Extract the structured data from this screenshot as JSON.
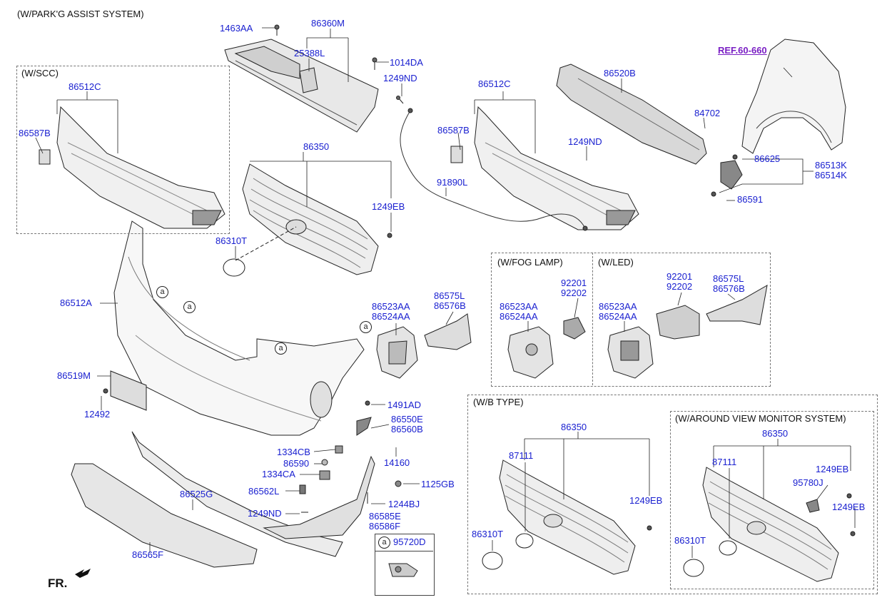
{
  "headers": {
    "park_assist": "(W/PARK'G ASSIST SYSTEM)",
    "scc": "(W/SCC)",
    "fog": "(W/FOG LAMP)",
    "led": "(W/LED)",
    "btype": "(W/B TYPE)",
    "avm": "(W/AROUND VIEW MONITOR SYSTEM)"
  },
  "ref_link": "REF.60-660",
  "fr_label": "FR.",
  "circle_marker": "a",
  "parts": {
    "p1463AA": "1463AA",
    "p86360M": "86360M",
    "p25388L": "25388L",
    "p1014DA": "1014DA",
    "p1249ND_a": "1249ND",
    "p86512C_a": "86512C",
    "p86587B_a": "86587B",
    "p86512C_b": "86512C",
    "p86587B_b": "86587B",
    "p86520B": "86520B",
    "p84702": "84702",
    "p1249ND_b": "1249ND",
    "p86625": "86625",
    "p86513K": "86513K",
    "p86514K": "86514K",
    "p86591": "86591",
    "p86350_a": "86350",
    "p91890L": "91890L",
    "p1249EB_a": "1249EB",
    "p86310T_a": "86310T",
    "p86512A": "86512A",
    "p86523AA_a": "86523AA",
    "p86524AA_a": "86524AA",
    "p86575L_a": "86575L",
    "p86576B_a": "86576B",
    "p92201_a": "92201",
    "p92202_a": "92202",
    "p86523AA_b": "86523AA",
    "p86524AA_b": "86524AA",
    "p86523AA_c": "86523AA",
    "p86524AA_c": "86524AA",
    "p92201_b": "92201",
    "p92202_b": "92202",
    "p86575L_b": "86575L",
    "p86576B_b": "86576B",
    "p86519M": "86519M",
    "p12492": "12492",
    "p1491AD": "1491AD",
    "p86550E": "86550E",
    "p86560B": "86560B",
    "p1334CB": "1334CB",
    "p86590": "86590",
    "p1334CA": "1334CA",
    "p14160": "14160",
    "p1125GB": "1125GB",
    "p86562L": "86562L",
    "p1244BJ": "1244BJ",
    "p86525G": "86525G",
    "p1249ND_c": "1249ND",
    "p86585E": "86585E",
    "p86586F": "86586F",
    "p86565F": "86565F",
    "p95720D": "95720D",
    "p86350_b": "86350",
    "p87111_a": "87111",
    "p1249EB_b": "1249EB",
    "p86310T_b": "86310T",
    "p86350_c": "86350",
    "p87111_b": "87111",
    "p1249EB_c": "1249EB",
    "p95780J": "95780J",
    "p1249EB_d": "1249EB",
    "p86310T_c": "86310T"
  }
}
